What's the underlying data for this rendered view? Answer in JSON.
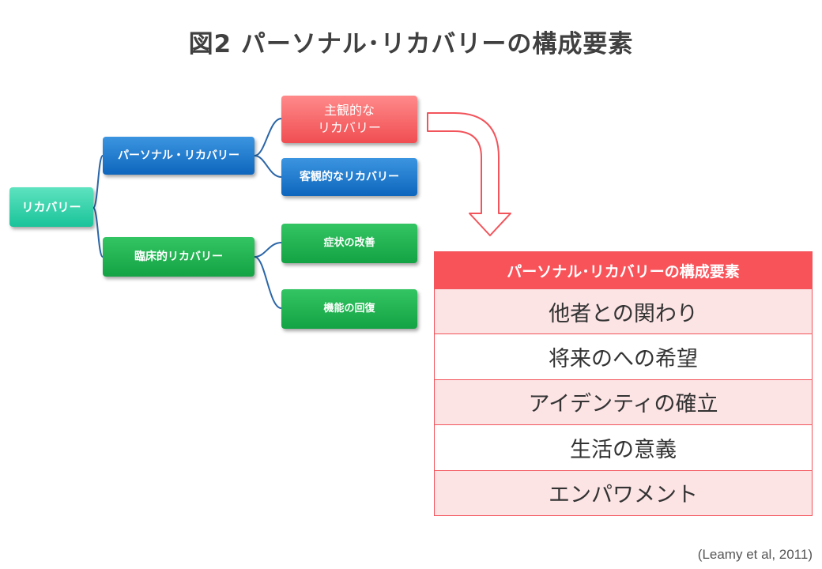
{
  "title": "図2 パーソナル･リカバリーの構成要素",
  "tree": {
    "root": "リカバリー",
    "personal": "パーソナル・リカバリー",
    "clinical": "臨床的リカバリー",
    "subjective_line1": "主観的な",
    "subjective_line2": "リカバリー",
    "objective": "客観的なリカバリー",
    "symptom": "症状の改善",
    "function": "機能の回復"
  },
  "components": {
    "header": "パーソナル･リカバリーの構成要素",
    "items": [
      "他者との関わり",
      "将来のへの希望",
      "アイデンティの確立",
      "生活の意義",
      "エンパワメント"
    ]
  },
  "citation": "(Leamy et al, 2011)",
  "colors": {
    "teal": "#19c39a",
    "blue": "#0e66bd",
    "red": "#f04e52",
    "green": "#14a344",
    "table_pink": "#fce3e4"
  }
}
